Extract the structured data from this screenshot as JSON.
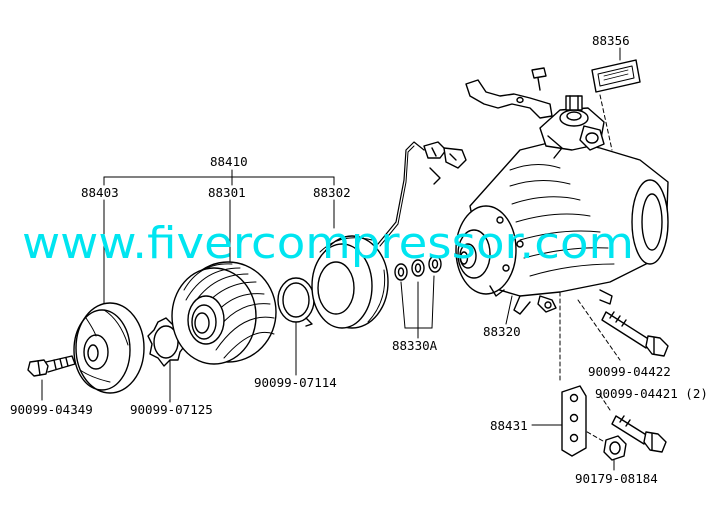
{
  "diagram": {
    "labels": {
      "p88356": "88356",
      "p88410": "88410",
      "p88403": "88403",
      "p88301": "88301",
      "p88302": "88302",
      "p88330A": "88330A",
      "p88320": "88320",
      "p90099_04349": "90099-04349",
      "p90099_07125": "90099-07125",
      "p90099_07114": "90099-07114",
      "p90099_04422": "90099-04422",
      "p90099_04421": "90099-04421 (2)",
      "p88431": "88431",
      "p90179_08184": "90179-08184"
    },
    "watermark": "www.fivercompressor.com",
    "colors": {
      "line": "#000000",
      "watermark": "#00e5f0",
      "background": "#ffffff"
    }
  }
}
